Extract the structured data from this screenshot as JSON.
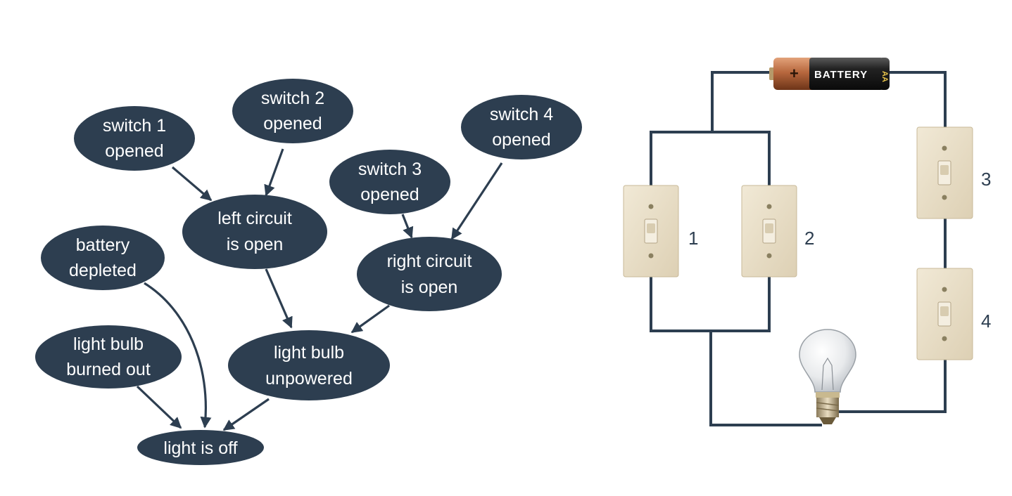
{
  "nodes": {
    "switch1": [
      "switch 1",
      "opened"
    ],
    "switch2": [
      "switch 2",
      "opened"
    ],
    "switch3": [
      "switch 3",
      "opened"
    ],
    "switch4": [
      "switch 4",
      "opened"
    ],
    "left_circuit": [
      "left circuit",
      "is open"
    ],
    "right_circuit": [
      "right circuit",
      "is open"
    ],
    "battery": [
      "battery",
      "depleted"
    ],
    "bulb_burned": [
      "light bulb",
      "burned out"
    ],
    "bulb_unpowered": [
      "light bulb",
      "unpowered"
    ],
    "light_off": [
      "light is off"
    ]
  },
  "circuit": {
    "battery_label": "BATTERY",
    "battery_plus": "+",
    "battery_size": "AA",
    "switch_labels": [
      "1",
      "2",
      "3",
      "4"
    ]
  },
  "colors": {
    "node_fill": "#2d3e50",
    "wire": "#2d3e50",
    "switch_plate": "#e9dfc8"
  }
}
